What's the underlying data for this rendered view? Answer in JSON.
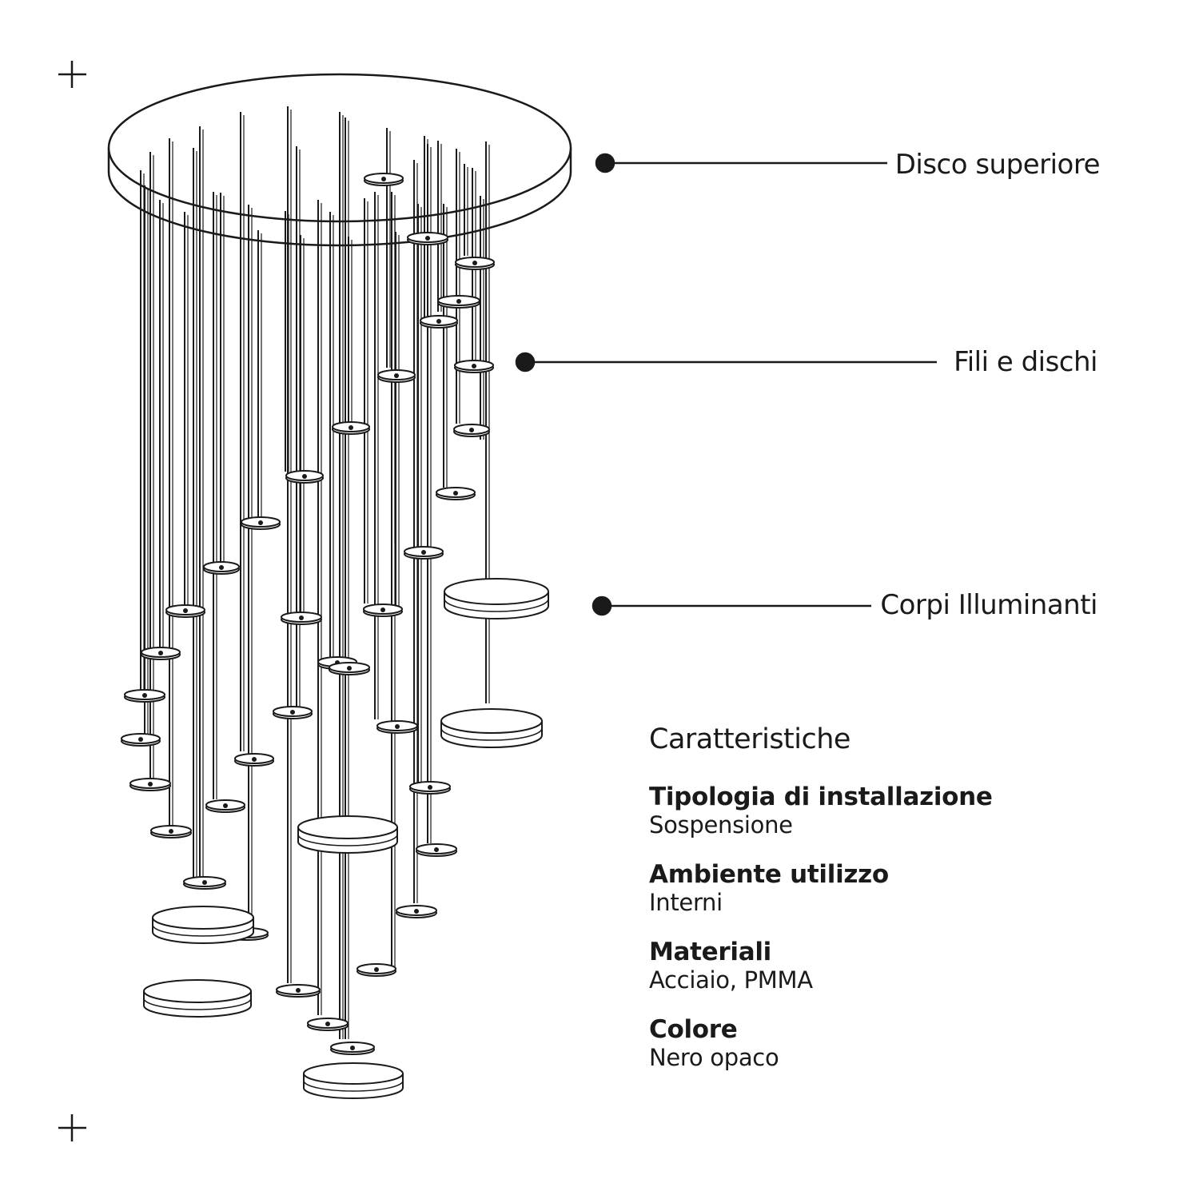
{
  "callouts": {
    "disco_superiore": "Disco superiore",
    "fili_e_dischi": "Fili e dischi",
    "corpi_illuminanti": "Corpi Illuminanti"
  },
  "specs": {
    "title": "Caratteristiche",
    "items": [
      {
        "name": "Tipologia di installazione",
        "value": "Sospensione"
      },
      {
        "name": "Ambiente utilizzo",
        "value": "Interni"
      },
      {
        "name": "Materiali",
        "value": "Acciaio, PMMA"
      },
      {
        "name": "Colore",
        "value": "Nero opaco"
      }
    ]
  },
  "colors": {
    "ink": "#1a1a1a",
    "background": "#ffffff"
  }
}
